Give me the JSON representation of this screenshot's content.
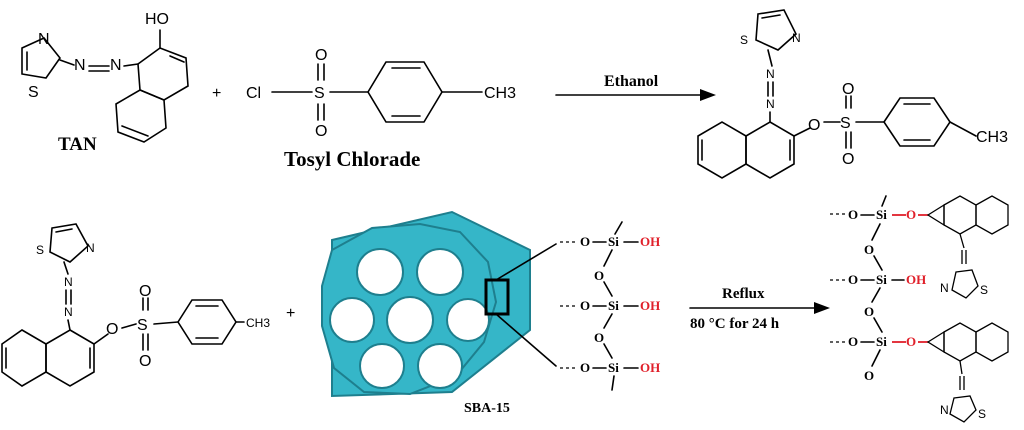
{
  "reaction1": {
    "reactant1_label": "TAN",
    "reactant2_label": "Tosyl Chlorade",
    "plus": "+",
    "condition": "Ethanol"
  },
  "reaction2": {
    "plus": "+",
    "support_label": "SBA-15",
    "condition_line1": "Reflux",
    "condition_line2": "80 °C for 24 h"
  },
  "atoms": {
    "ho": "HO",
    "n": "N",
    "s": "S",
    "cl": "Cl",
    "o": "O",
    "ch3": "CH3",
    "si": "Si",
    "oh": "OH"
  },
  "colors": {
    "silica": "#35b6c8",
    "linker": "#e0202a"
  }
}
